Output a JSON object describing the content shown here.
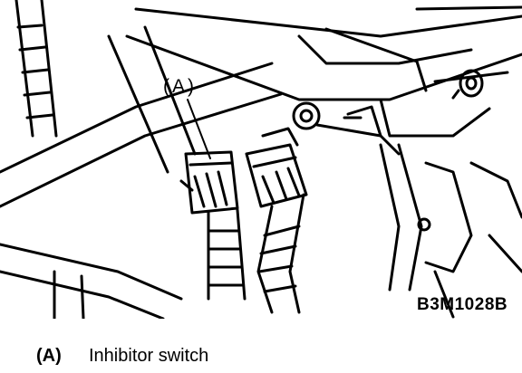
{
  "figure": {
    "callout_label": "(A)",
    "figure_code": "B3M1028B"
  },
  "legend": {
    "items": [
      {
        "key": "(A)",
        "text": "Inhibitor switch"
      }
    ]
  }
}
